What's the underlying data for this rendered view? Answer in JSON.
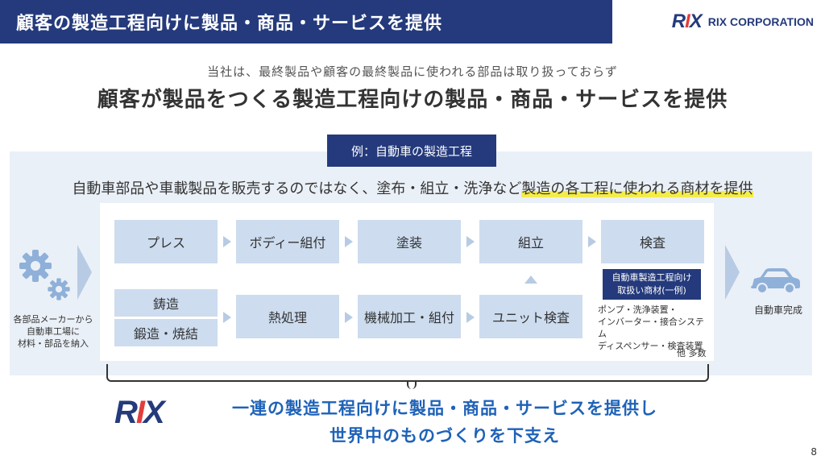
{
  "header": {
    "title": "顧客の製造工程向けに製品・商品・サービスを提供",
    "logo_text": "RIX",
    "logo_r": "R",
    "logo_i": "I",
    "logo_x": "X",
    "corp_name": "RIX CORPORATION"
  },
  "intro": {
    "subtitle": "当社は、最終製品や顧客の最終製品に使われる部品は取り扱っておらず",
    "title": "顧客が製品をつくる製造工程向けの製品・商品・サービスを提供"
  },
  "example_label": "例：自動車の製造工程",
  "description": {
    "part1": "自動車部品や車載製品を販売するのではなく、塗布・組立・洗浄など",
    "part2_highlight": "製造の各工程に使われる商材を提供"
  },
  "left": {
    "caption_lines": [
      "各部品メーカーから",
      "自動車工場に",
      "材料・部品を納入"
    ]
  },
  "right": {
    "caption": "自動車完成"
  },
  "process": {
    "row1": [
      "プレス",
      "ボディー組付",
      "塗装",
      "組立",
      "検査"
    ],
    "casting": "鋳造",
    "forging": "鍛造・焼結",
    "heat": "熱処理",
    "machining": "機械加工・組付",
    "unit": "ユニット検査"
  },
  "products": {
    "tag_line1": "自動車製造工程向け",
    "tag_line2": "取扱い商材(一例)",
    "items": [
      "ポンプ・洗浄装置・",
      "インバーター・接合システム",
      "ディスペンサー・検査装置"
    ],
    "etc": "他 多数"
  },
  "bottom": {
    "logo_r": "R",
    "logo_i": "I",
    "logo_x": "X",
    "line1": "一連の製造工程向けに製品・商品・サービスを提供し",
    "line2": "世界中のものづくりを下支え"
  },
  "page_number": "8",
  "colors": {
    "navy": "#243a7c",
    "accent_red": "#e33c3c",
    "box_blue": "#cddcef",
    "highlight_yellow": "#f4ec4a",
    "bottom_text_blue": "#1e62b8"
  }
}
